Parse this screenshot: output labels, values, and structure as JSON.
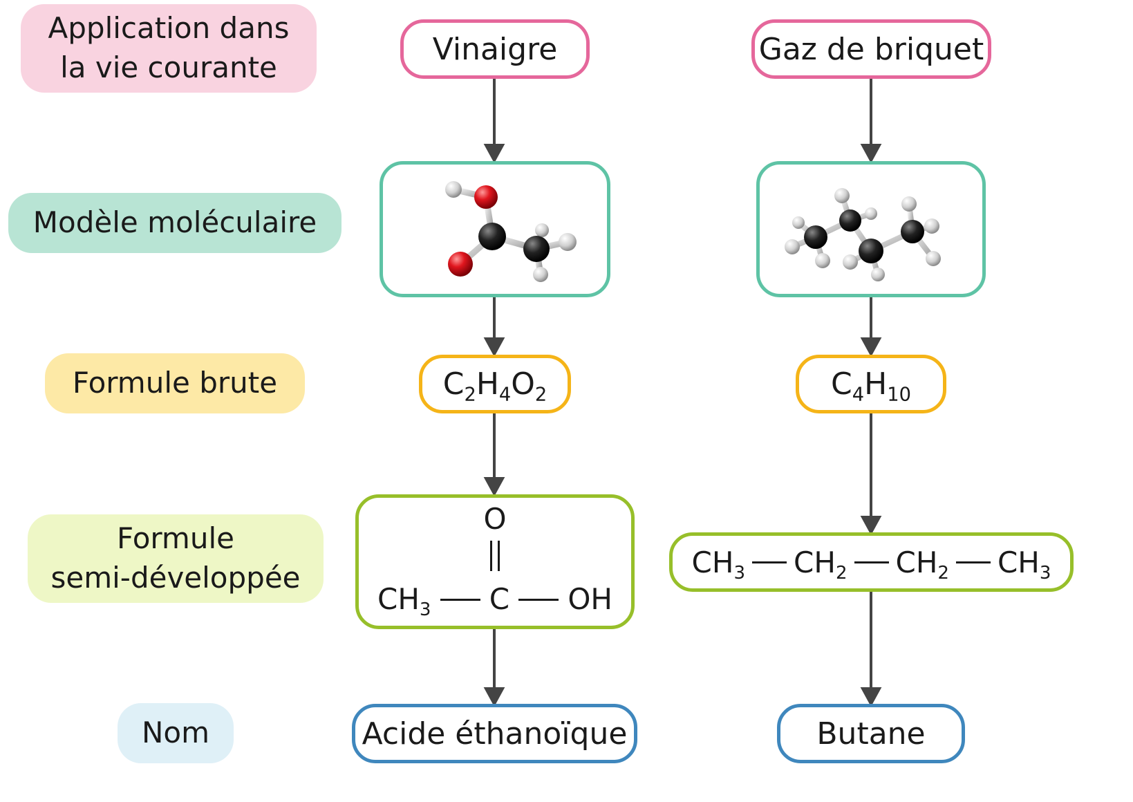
{
  "row_labels": {
    "application": "Application dans la vie courante",
    "application_line1": "Application dans",
    "application_line2": "la vie courante",
    "model": "Modèle moléculaire",
    "brute": "Formule brute",
    "semi_line1": "Formule",
    "semi_line2": "semi-développée",
    "nom": "Nom"
  },
  "colors": {
    "application_bg": "#f9d3e0",
    "application_border": "#e5679b",
    "model_bg": "#b8e4d4",
    "model_border": "#5ec3a5",
    "brute_bg": "#fde9a6",
    "brute_border": "#f5b418",
    "semi_bg": "#eef7c6",
    "semi_border": "#97bf2a",
    "nom_bg": "#dff0f7",
    "nom_border": "#3f87bd",
    "arrow": "#444444"
  },
  "columns": [
    {
      "application": "Vinaigre",
      "model": "acetic-acid-ball-and-stick-model",
      "brute": {
        "parts": [
          {
            "el": "C",
            "n": "2"
          },
          {
            "el": "H",
            "n": "4"
          },
          {
            "el": "O",
            "n": "2"
          }
        ]
      },
      "semi": {
        "top": "O",
        "left": "CH",
        "left_sub": "3",
        "center": "C",
        "right": "OH"
      },
      "nom": "Acide éthanoïque"
    },
    {
      "application": "Gaz de briquet",
      "model": "butane-ball-and-stick-model",
      "brute": {
        "parts": [
          {
            "el": "C",
            "n": "4"
          },
          {
            "el": "H",
            "n": "10"
          }
        ]
      },
      "semi": {
        "groups": [
          {
            "el": "CH",
            "n": "3"
          },
          {
            "el": "CH",
            "n": "2"
          },
          {
            "el": "CH",
            "n": "2"
          },
          {
            "el": "CH",
            "n": "3"
          }
        ]
      },
      "nom": "Butane"
    }
  ]
}
